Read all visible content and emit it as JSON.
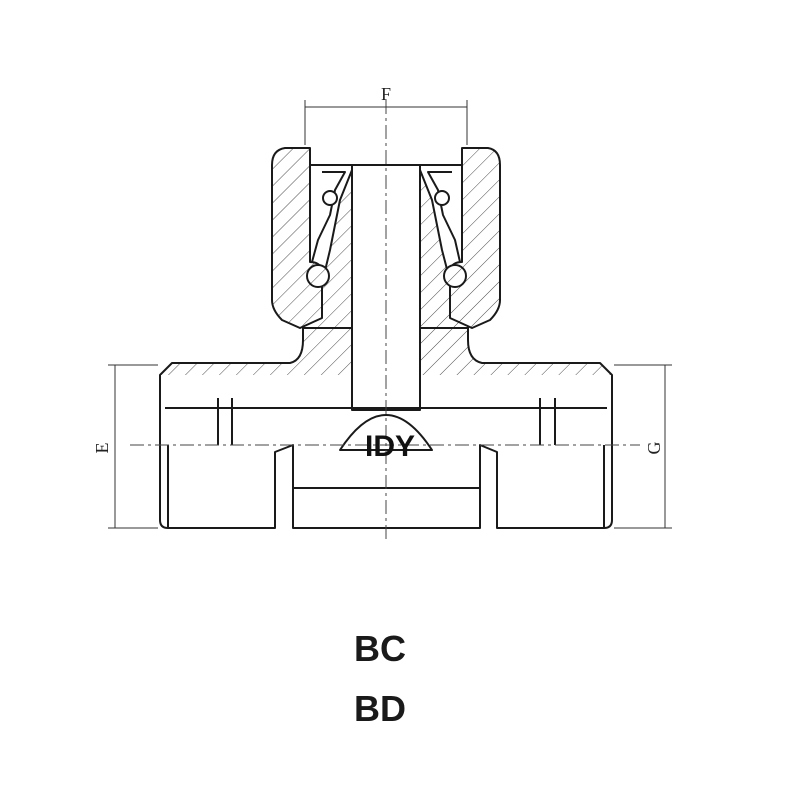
{
  "diagram": {
    "dimensions": {
      "top": "F",
      "left": "E",
      "right": "G"
    },
    "brand": "IDY",
    "codes": [
      "BC",
      "BD"
    ]
  }
}
